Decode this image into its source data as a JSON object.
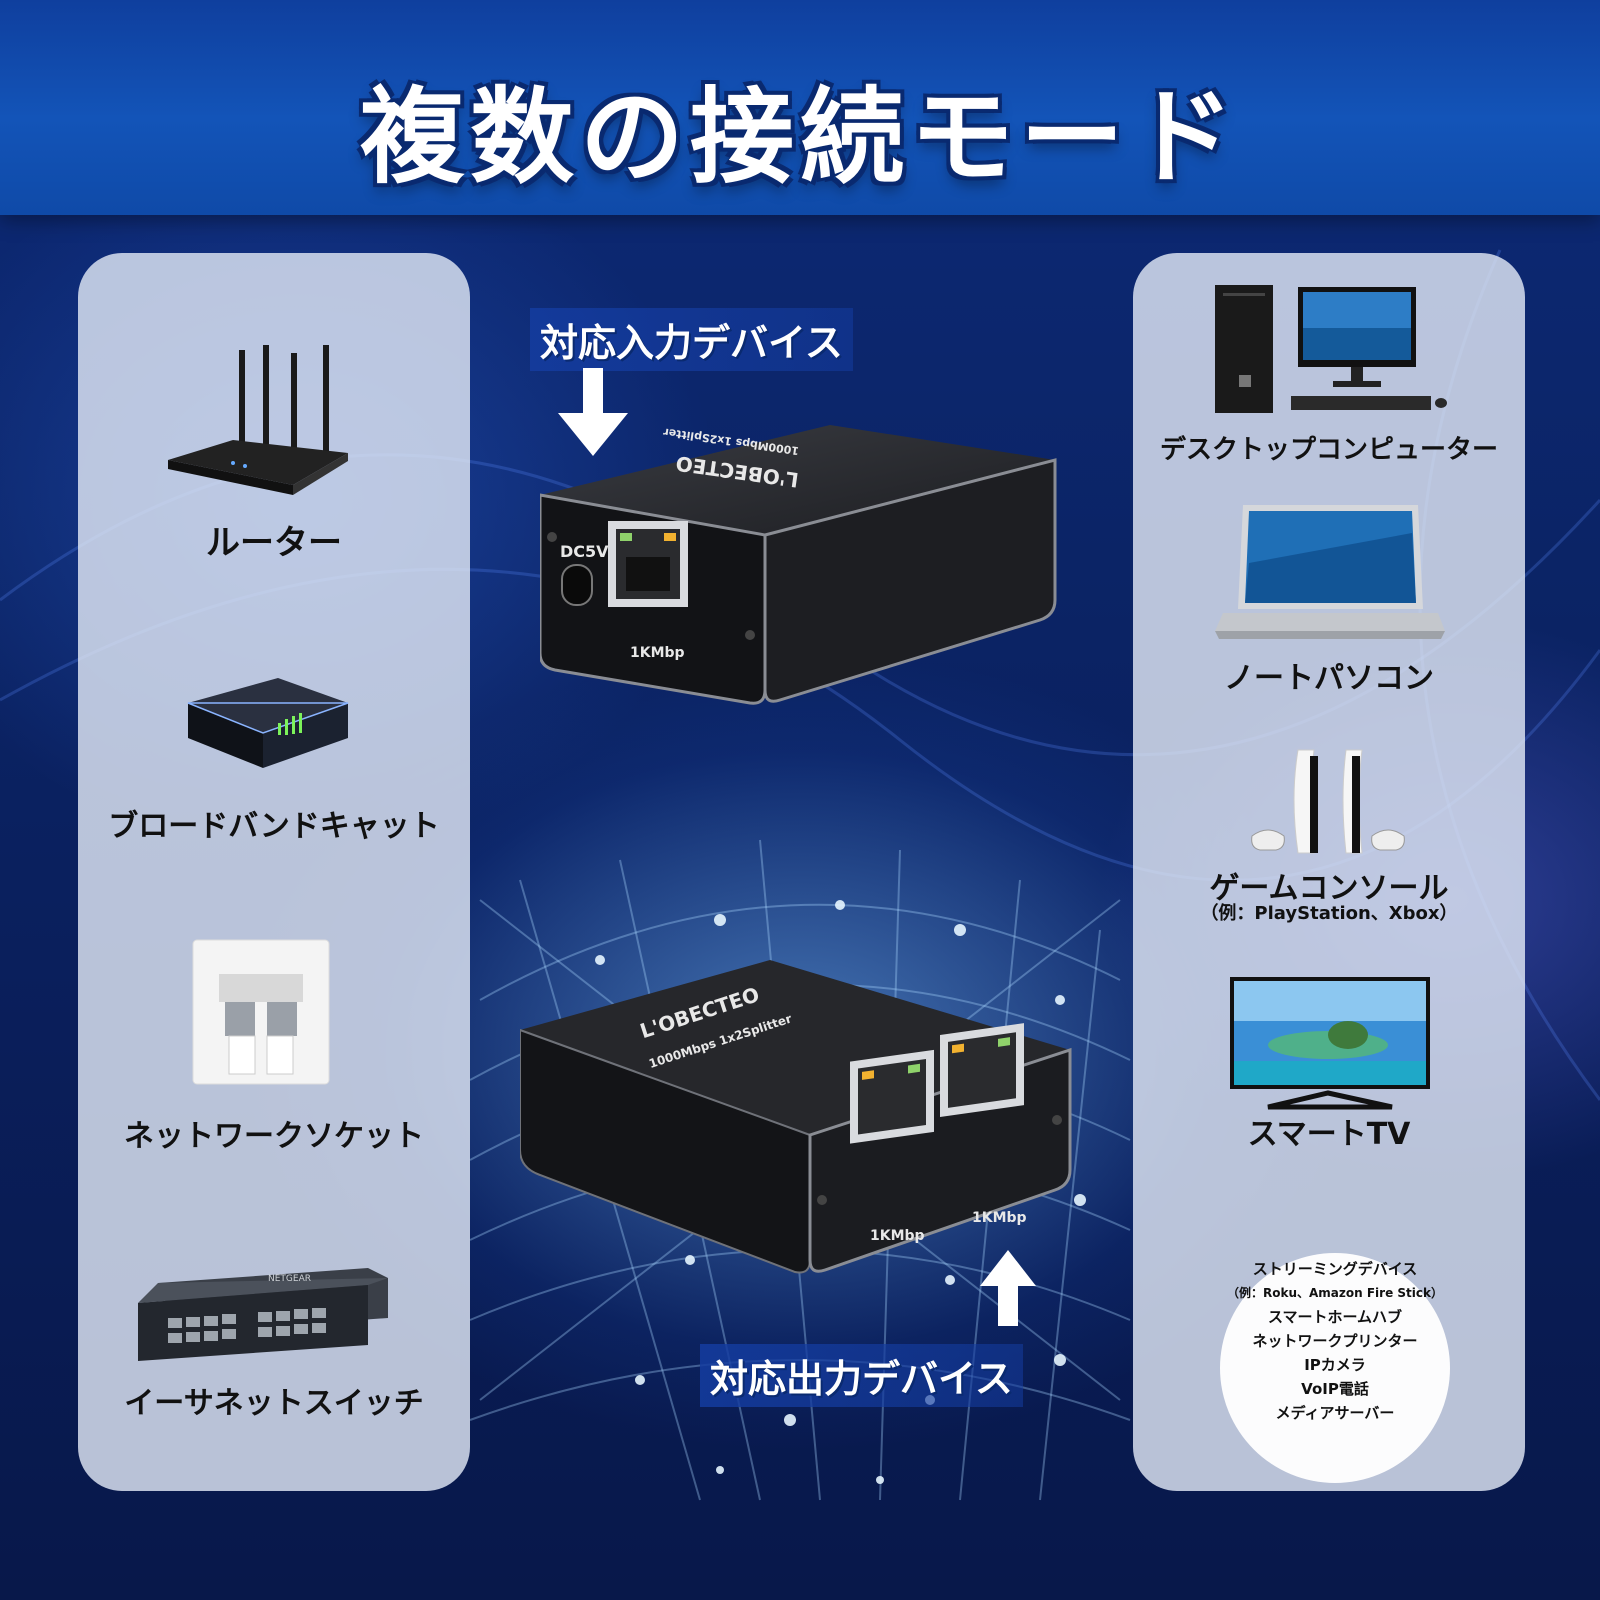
{
  "title": "複数の接続モード",
  "input_callout": "対応入力デバイス",
  "output_callout": "対応出力デバイス",
  "splitter_top": {
    "brand": "L'OBECTEO",
    "model": "1000Mbps 1x2Splitter",
    "power_label": "DC5V",
    "port_label": "1KMbp"
  },
  "splitter_bottom": {
    "brand": "L'OBECTEO",
    "model": "1000Mbps 1x2Splitter",
    "port1_label": "1KMbp",
    "port2_label": "1KMbp"
  },
  "left_devices": [
    {
      "label": "ルーター",
      "icon": "router-icon"
    },
    {
      "label": "ブロードバンドキャット",
      "icon": "modem-icon"
    },
    {
      "label": "ネットワークソケット",
      "icon": "wall-socket-icon"
    },
    {
      "label": "イーサネットスイッチ",
      "icon": "switch-icon",
      "brand": "NETGEAR"
    }
  ],
  "right_devices": [
    {
      "label": "デスクトップコンピューター",
      "icon": "desktop-computer-icon"
    },
    {
      "label": "ノートパソコン",
      "icon": "laptop-icon"
    },
    {
      "label": "ゲームコンソール",
      "sub": "（例：PlayStation、Xbox）",
      "icon": "game-console-icon"
    },
    {
      "label": "スマートTV",
      "icon": "smart-tv-icon"
    }
  ],
  "other_devices": [
    "ストリーミングデバイス",
    "（例：Roku、Amazon Fire Stick）",
    "スマートホームハブ",
    "ネットワークプリンター",
    "IPカメラ",
    "VoIP電話",
    "メディアサーバー"
  ],
  "colors": {
    "header_blue": "#1354b8",
    "panel_bg": "#e1e8f5",
    "device_black": "#1c1c1e",
    "port_led_green": "#5fc742",
    "port_led_orange": "#f2b230"
  }
}
